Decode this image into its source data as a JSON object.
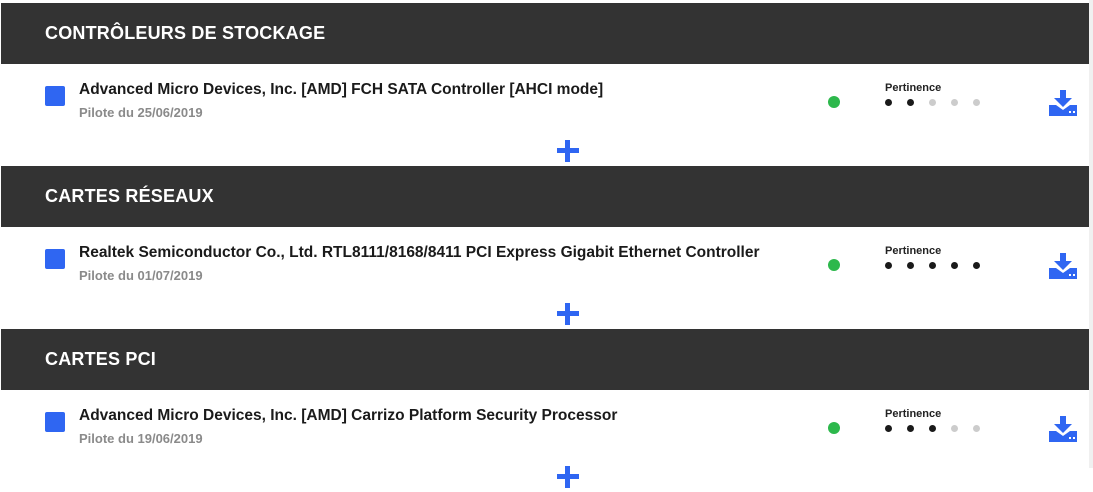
{
  "sections": [
    {
      "title": "CONTRÔLEURS DE STOCKAGE",
      "device": "Advanced Micro Devices, Inc. [AMD] FCH SATA Controller [AHCI mode]",
      "date": "Pilote du 25/06/2019",
      "relevance_label": "Pertinence",
      "relevance": 2
    },
    {
      "title": "CARTES RÉSEAUX",
      "device": "Realtek Semiconductor Co., Ltd. RTL8111/8168/8411 PCI Express Gigabit Ethernet Controller",
      "date": "Pilote du 01/07/2019",
      "relevance_label": "Pertinence",
      "relevance": 5
    },
    {
      "title": "CARTES PCI",
      "device": "Advanced Micro Devices, Inc. [AMD] Carrizo Platform Security Processor",
      "date": "Pilote du 19/06/2019",
      "relevance_label": "Pertinence",
      "relevance": 3
    }
  ],
  "colors": {
    "accent": "#2f66f2",
    "status": "#2db84c",
    "header": "#333333"
  }
}
